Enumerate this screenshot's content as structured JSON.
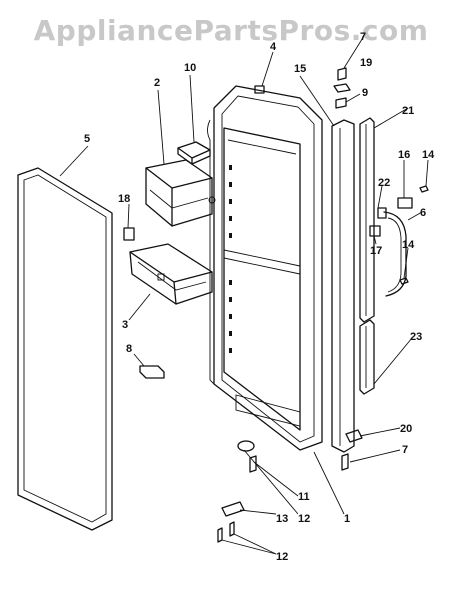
{
  "watermark": "AppliancePartsPros.com",
  "callouts": {
    "c1": "1",
    "c2": "2",
    "c3": "3",
    "c4": "4",
    "c5": "5",
    "c6": "6",
    "c7a": "7",
    "c7b": "7",
    "c8": "8",
    "c9": "9",
    "c10": "10",
    "c11": "11",
    "c12a": "12",
    "c12b": "12",
    "c13": "13",
    "c14a": "14",
    "c14b": "14",
    "c15": "15",
    "c16": "16",
    "c17": "17",
    "c18": "18",
    "c19": "19",
    "c20": "20",
    "c21": "21",
    "c22": "22",
    "c23": "23"
  }
}
